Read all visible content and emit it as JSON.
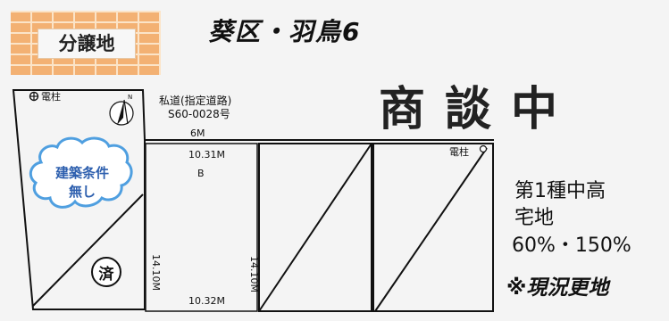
{
  "tag": {
    "label": "分譲地"
  },
  "title": "葵区・羽鳥6",
  "status": "商談中",
  "plan": {
    "pole_label_top": "電柱",
    "pole_label_right": "電柱",
    "road_label": "私道(指定道路)",
    "road_number": "S60-0028号",
    "road_width": "6M",
    "top_dimension": "10.31M",
    "bottom_dimension": "10.32M",
    "lot_letter": "B",
    "depth_left": "14.10M",
    "depth_right": "14.10M",
    "cloud_line_1": "建築条件",
    "cloud_line_2": "無し",
    "sold_mark": "済",
    "north_mark": "N"
  },
  "info": {
    "zoning_line_1": "第1種中高",
    "zoning_line_2": "宅地",
    "ratio": "60%・150%",
    "note": "※現況更地"
  },
  "colors": {
    "brick": "#f3b173",
    "mortar": "#fbe4c8",
    "cloud_border": "#4f9fe0",
    "cloud_text": "#2d5fae",
    "line": "#111111"
  },
  "icons": [
    "utility-pole-icon",
    "north-arrow-icon",
    "speech-cloud-icon",
    "sold-circle-icon"
  ]
}
